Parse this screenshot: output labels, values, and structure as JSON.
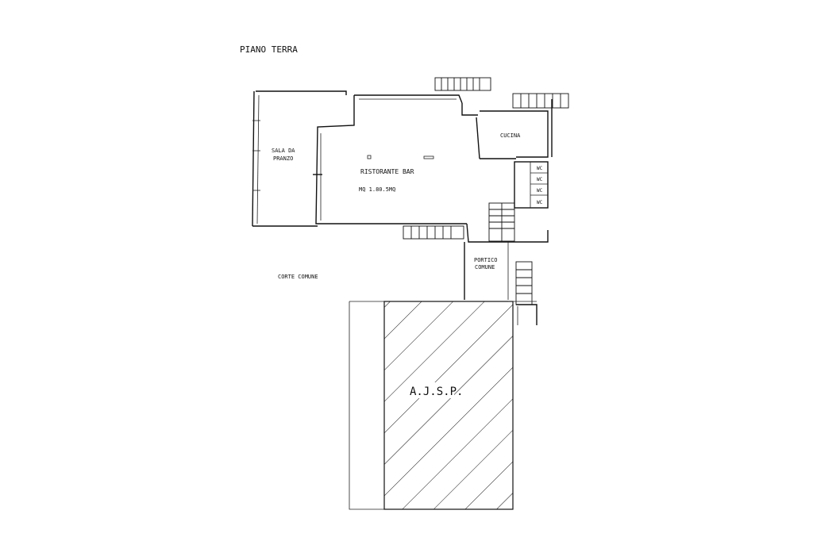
{
  "plan": {
    "title": "PIANO  TERRA",
    "rooms": {
      "sala": "SALA DA",
      "sala_2": "PRANZO",
      "ristorante": "RISTORANTE BAR",
      "ristorante_2": "MQ  1.80.5MQ",
      "cucina": "CUCINA",
      "portico": "PORTICO",
      "portico_2": "COMUNE",
      "corte": "CORTE  COMUNE",
      "ajsp": "A.J.S.P."
    },
    "wc_labels": [
      "WC",
      "WC",
      "WC",
      "WC"
    ]
  }
}
